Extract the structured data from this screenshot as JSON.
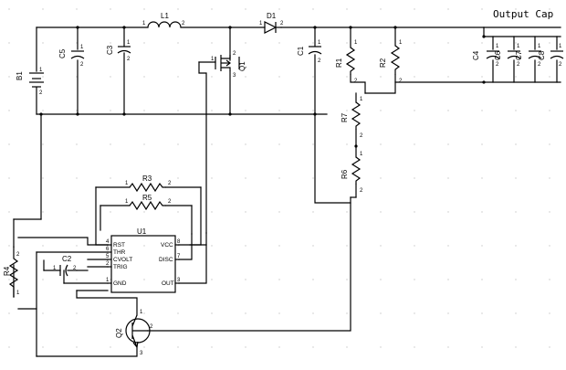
{
  "title": "Output Cap",
  "components": {
    "L1": {
      "ref": "L1",
      "p1": "1",
      "p2": "2"
    },
    "D1": {
      "ref": "D1",
      "p1": "1",
      "p2": "2"
    },
    "B1": {
      "ref": "B1",
      "p1": "1",
      "p2": "2"
    },
    "C5": {
      "ref": "C5",
      "p1": "1",
      "p2": "2"
    },
    "C3": {
      "ref": "C3",
      "p1": "1",
      "p2": "2"
    },
    "Q1": {
      "ref": "Q1",
      "p1": "1",
      "p2": "2",
      "p3": "3"
    },
    "C1": {
      "ref": "C1",
      "p1": "1",
      "p2": "2"
    },
    "R1": {
      "ref": "R1",
      "p1": "1",
      "p2": "2"
    },
    "R2": {
      "ref": "R2",
      "p1": "1",
      "p2": "2"
    },
    "C4": {
      "ref": "C4",
      "p1": "1",
      "p2": "2"
    },
    "C6": {
      "ref": "C6",
      "p1": "1",
      "p2": "2"
    },
    "C7": {
      "ref": "C7",
      "p1": "1",
      "p2": "2"
    },
    "C8": {
      "ref": "C8",
      "p1": "1",
      "p2": "2"
    },
    "R7": {
      "ref": "R7",
      "p1": "1",
      "p2": "2"
    },
    "R6": {
      "ref": "R6",
      "p1": "1",
      "p2": "2"
    },
    "R3": {
      "ref": "R3",
      "p1": "1",
      "p2": "2"
    },
    "R5": {
      "ref": "R5",
      "p1": "1",
      "p2": "2"
    },
    "R4": {
      "ref": "R4",
      "p1": "1",
      "p2": "2"
    },
    "C2": {
      "ref": "C2",
      "p1": "1",
      "p2": "2"
    },
    "Q2": {
      "ref": "Q2",
      "p1": "1",
      "p2": "2",
      "p3": "3"
    },
    "U1": {
      "ref": "U1",
      "pins": {
        "rst": "RST",
        "thr": "THR",
        "cvolt": "CVOLT",
        "trig": "TRIG",
        "gnd": "GND",
        "vcc": "VCC",
        "disc": "DISC",
        "out": "OUT"
      },
      "pin_numbers": {
        "rst": "4",
        "thr": "6",
        "cvolt": "5",
        "trig": "2",
        "gnd": "1",
        "vcc": "8",
        "disc": "7",
        "out": "3"
      }
    }
  }
}
